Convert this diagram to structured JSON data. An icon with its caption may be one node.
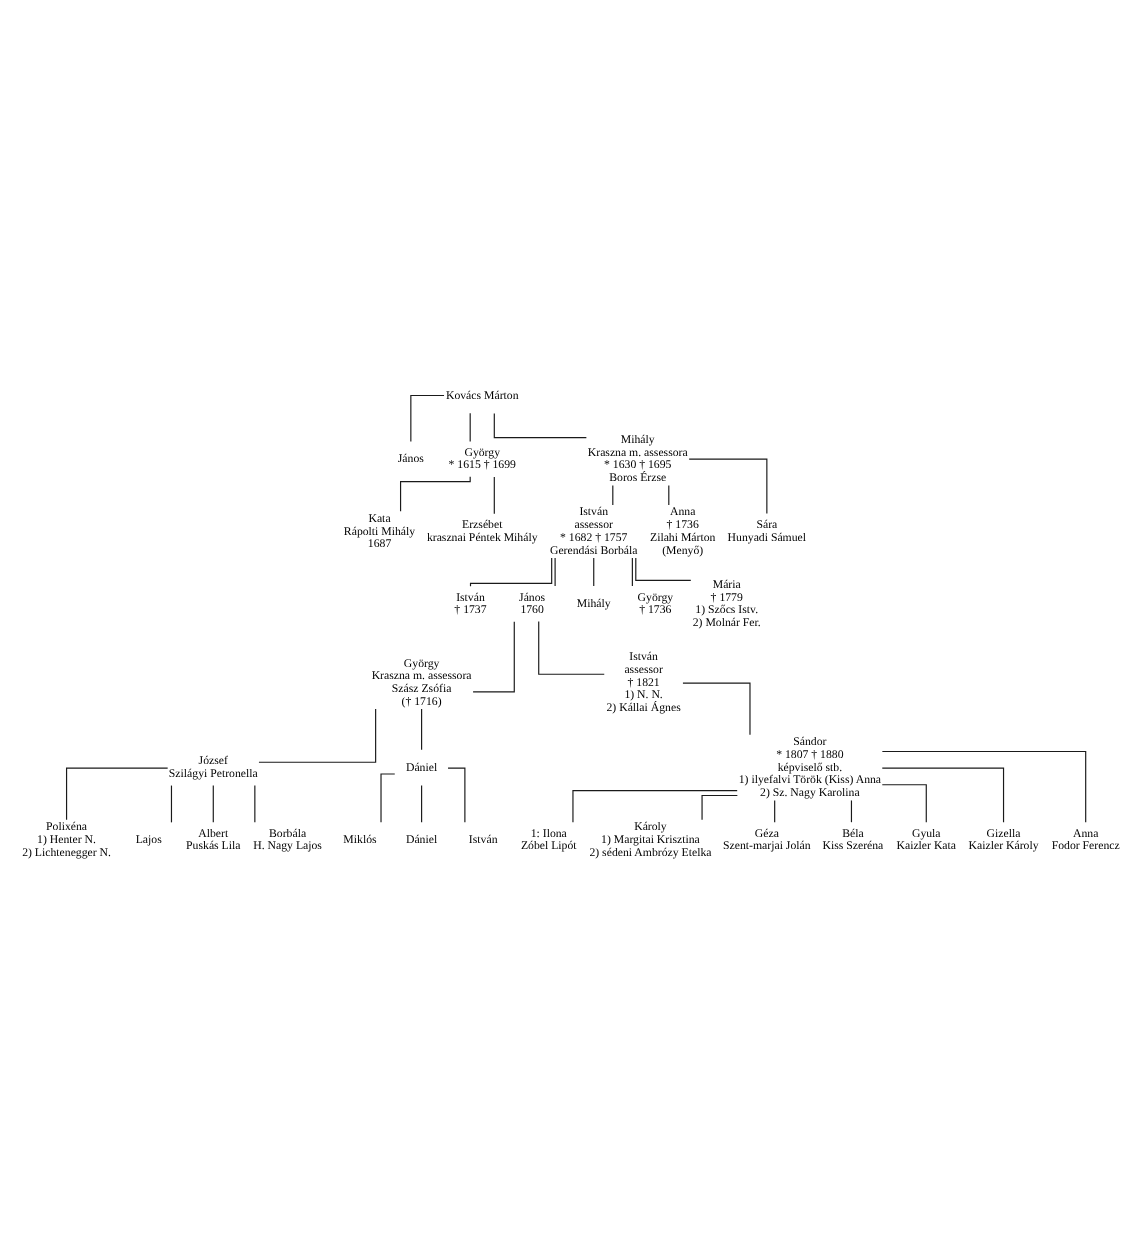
{
  "diagram": {
    "nodes": [
      {
        "text": [
          "Kovács Márton"
        ]
      },
      {
        "text": [
          "János"
        ]
      },
      {
        "text": [
          "György",
          "* 1615 † 1699"
        ]
      },
      {
        "text": [
          "Mihály",
          "Kraszna m. assessora",
          "* 1630 † 1695",
          "Boros Érzse"
        ]
      },
      {
        "text": [
          "Kata",
          "Rápolti Mihály",
          "1687"
        ]
      },
      {
        "text": [
          "Erzsébet",
          "krasznai Péntek Mihály"
        ]
      },
      {
        "text": [
          "István",
          "assessor",
          "* 1682 † 1757",
          "Gerendási Borbála"
        ]
      },
      {
        "text": [
          "Anna",
          "† 1736",
          "Zilahi Márton",
          "(Menyő)"
        ]
      },
      {
        "text": [
          "Sára",
          "Hunyadi Sámuel"
        ]
      },
      {
        "text": [
          "István",
          "† 1737"
        ]
      },
      {
        "text": [
          "János",
          "1760"
        ]
      },
      {
        "text": [
          "Mihály"
        ]
      },
      {
        "text": [
          "György",
          "† 1736"
        ]
      },
      {
        "text": [
          "Mária",
          "† 1779",
          "1) Szőcs Istv.",
          "2) Molnár Fer."
        ]
      },
      {
        "text": [
          "György",
          "Kraszna m. assessora",
          "Szász Zsófia",
          "(† 1716)"
        ]
      },
      {
        "text": [
          "István",
          "assessor",
          "† 1821",
          "1) N. N.",
          "2) Kállai Ágnes"
        ]
      },
      {
        "text": [
          "József",
          "Szilágyi Petronella"
        ]
      },
      {
        "text": [
          "Dániel"
        ]
      },
      {
        "text": [
          "Sándor",
          "* 1807 † 1880",
          "képviselő stb.",
          "1) ilyefalvi Török (Kiss) Anna",
          "2) Sz. Nagy Karolina"
        ]
      },
      {
        "text": [
          "Miklós"
        ]
      },
      {
        "text": [
          "Dániel"
        ]
      },
      {
        "text": [
          "István"
        ]
      },
      {
        "text": [
          "1: Ilona",
          "Zóbel Lipót"
        ]
      },
      {
        "text": [
          "Károly",
          "1) Margitai Krisztina",
          "2) sédeni Ambrózy Etelka"
        ]
      },
      {
        "text": [
          "Géza",
          "Szent-marjai Jolán"
        ]
      },
      {
        "text": [
          "Béla",
          "Kiss Szeréna"
        ]
      },
      {
        "text": [
          "Gyula",
          "Kaizler Kata"
        ]
      },
      {
        "text": [
          "Gizella",
          "Kaizler Károly"
        ]
      },
      {
        "text": [
          "Anna",
          "Fodor Ferencz"
        ]
      },
      {
        "text": [
          "Polixéna",
          "1) Henter N.",
          "2) Lichtenegger N."
        ]
      },
      {
        "text": [
          "Lajos"
        ]
      },
      {
        "text": [
          "Albert",
          "Puskás Lila"
        ]
      },
      {
        "text": [
          "Borbála",
          "H. Nagy Lajos"
        ]
      }
    ],
    "edges": [
      {
        "from": 0,
        "to": 1,
        "arrow": "none"
      },
      {
        "from": 0,
        "to": 2,
        "arrow": "none"
      },
      {
        "from": 0,
        "to": 3,
        "arrow": "none"
      },
      {
        "from": 2,
        "to": 4,
        "arrow": "none"
      },
      {
        "from": 2,
        "to": 5,
        "arrow": "none"
      },
      {
        "from": 3,
        "to": 6,
        "arrow": "none"
      },
      {
        "from": 3,
        "to": 7,
        "arrow": "none"
      },
      {
        "from": 3,
        "to": 8,
        "arrow": "none"
      },
      {
        "from": 6,
        "to": 9,
        "arrow": "none"
      },
      {
        "from": 6,
        "to": 10,
        "arrow": "none"
      },
      {
        "from": 6,
        "to": 11,
        "arrow": "none"
      },
      {
        "from": 6,
        "to": 12,
        "arrow": "none"
      },
      {
        "from": 6,
        "to": 13,
        "arrow": "none"
      },
      {
        "from": 10,
        "to": 14,
        "arrow": "none"
      },
      {
        "from": 10,
        "to": 15,
        "arrow": "none"
      },
      {
        "from": 14,
        "to": 16,
        "arrow": "none"
      },
      {
        "from": 14,
        "to": 17,
        "arrow": "none"
      },
      {
        "from": 15,
        "to": 18,
        "arrow": "none"
      },
      {
        "from": 17,
        "to": 19,
        "arrow": "none"
      },
      {
        "from": 17,
        "to": 20,
        "arrow": "none"
      },
      {
        "from": 17,
        "to": 21,
        "arrow": "none"
      },
      {
        "from": 18,
        "to": 22,
        "arrow": "none"
      },
      {
        "from": 18,
        "to": 23,
        "arrow": "none"
      },
      {
        "from": 18,
        "to": 24,
        "arrow": "none"
      },
      {
        "from": 18,
        "to": 25,
        "arrow": "none"
      },
      {
        "from": 18,
        "to": 26,
        "arrow": "none"
      },
      {
        "from": 18,
        "to": 27,
        "arrow": "none"
      },
      {
        "from": 18,
        "to": 28,
        "arrow": "none"
      },
      {
        "from": 16,
        "to": 29,
        "arrow": "none"
      },
      {
        "from": 16,
        "to": 30,
        "arrow": "none"
      },
      {
        "from": 16,
        "to": 31,
        "arrow": "none"
      },
      {
        "from": 16,
        "to": 32,
        "arrow": "none"
      }
    ]
  }
}
